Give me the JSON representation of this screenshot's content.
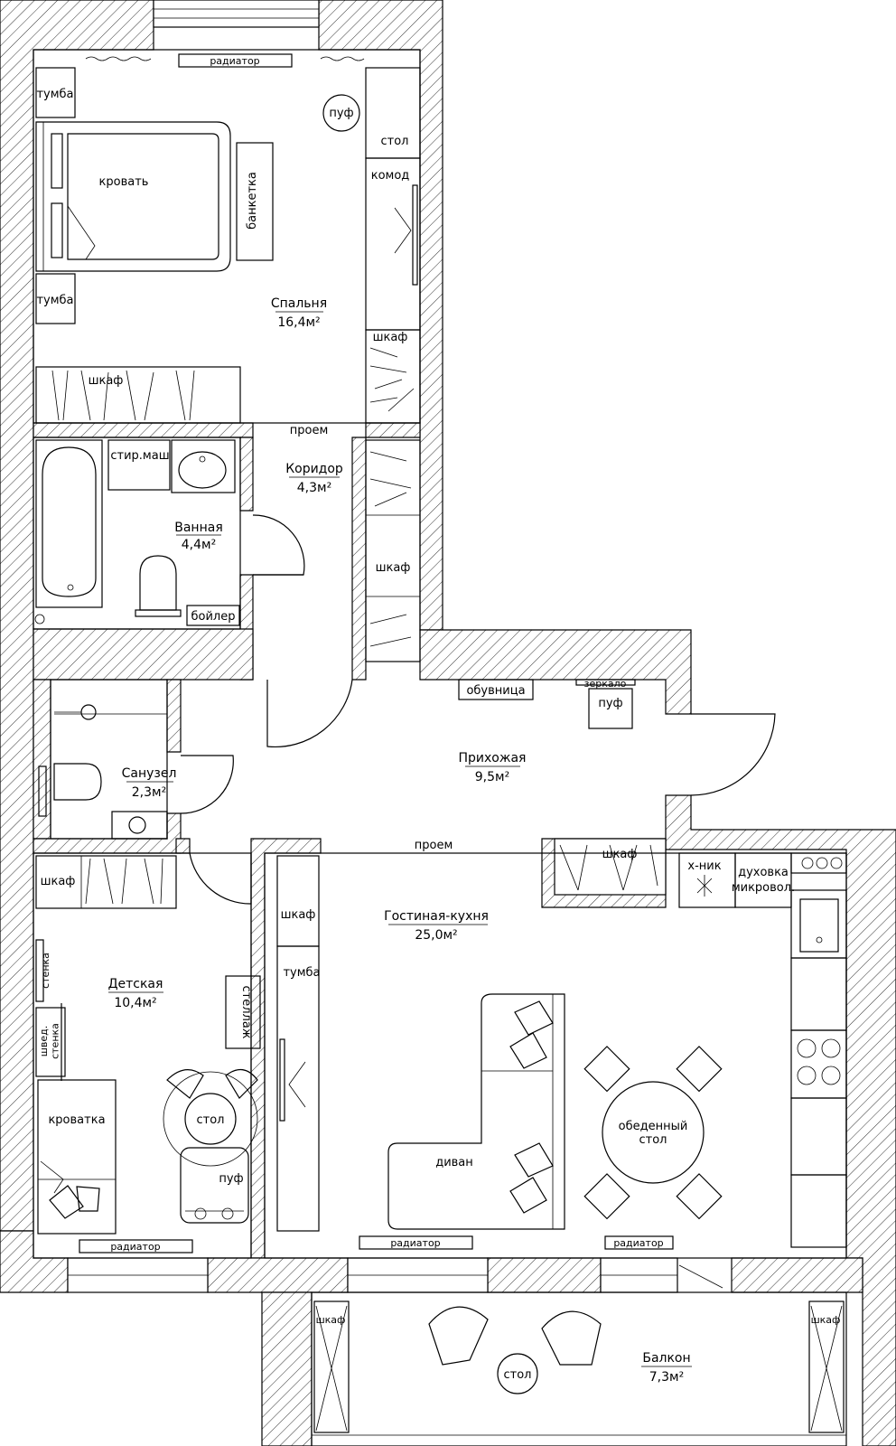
{
  "rooms": {
    "bedroom": {
      "name": "Спальня",
      "area": "16,4м²"
    },
    "corridor": {
      "name": "Коридор",
      "area": "4,3м²"
    },
    "bathroom": {
      "name": "Ванная",
      "area": "4,4м²"
    },
    "wc": {
      "name": "Санузел",
      "area": "2,3м²"
    },
    "hallway": {
      "name": "Прихожая",
      "area": "9,5м²"
    },
    "kids": {
      "name": "Детская",
      "area": "10,4м²"
    },
    "living": {
      "name": "Гостиная-кухня",
      "area": "25,0м²"
    },
    "balcony": {
      "name": "Балкон",
      "area": "7,3м²"
    }
  },
  "labels": {
    "radiator": "радиатор",
    "nightstand": "тумба",
    "bed": "кровать",
    "bench": "банкетка",
    "pouf": "пуф",
    "desk": "стол",
    "dresser": "комод",
    "wardrobe": "шкаф",
    "opening": "проем",
    "washer": "стир.маш",
    "boiler": "бойлер",
    "shoe_rack": "обувница",
    "mirror": "зеркало",
    "fridge": "х-ник",
    "oven": "духовка\nмикровол.",
    "wall_unit": "стенка",
    "swedish_wall": "швед.\nстенка",
    "shelving": "стеллаж",
    "crib": "кроватка",
    "sofa": "диван",
    "dining_table": "обеденный\nстол",
    "table": "стол"
  }
}
